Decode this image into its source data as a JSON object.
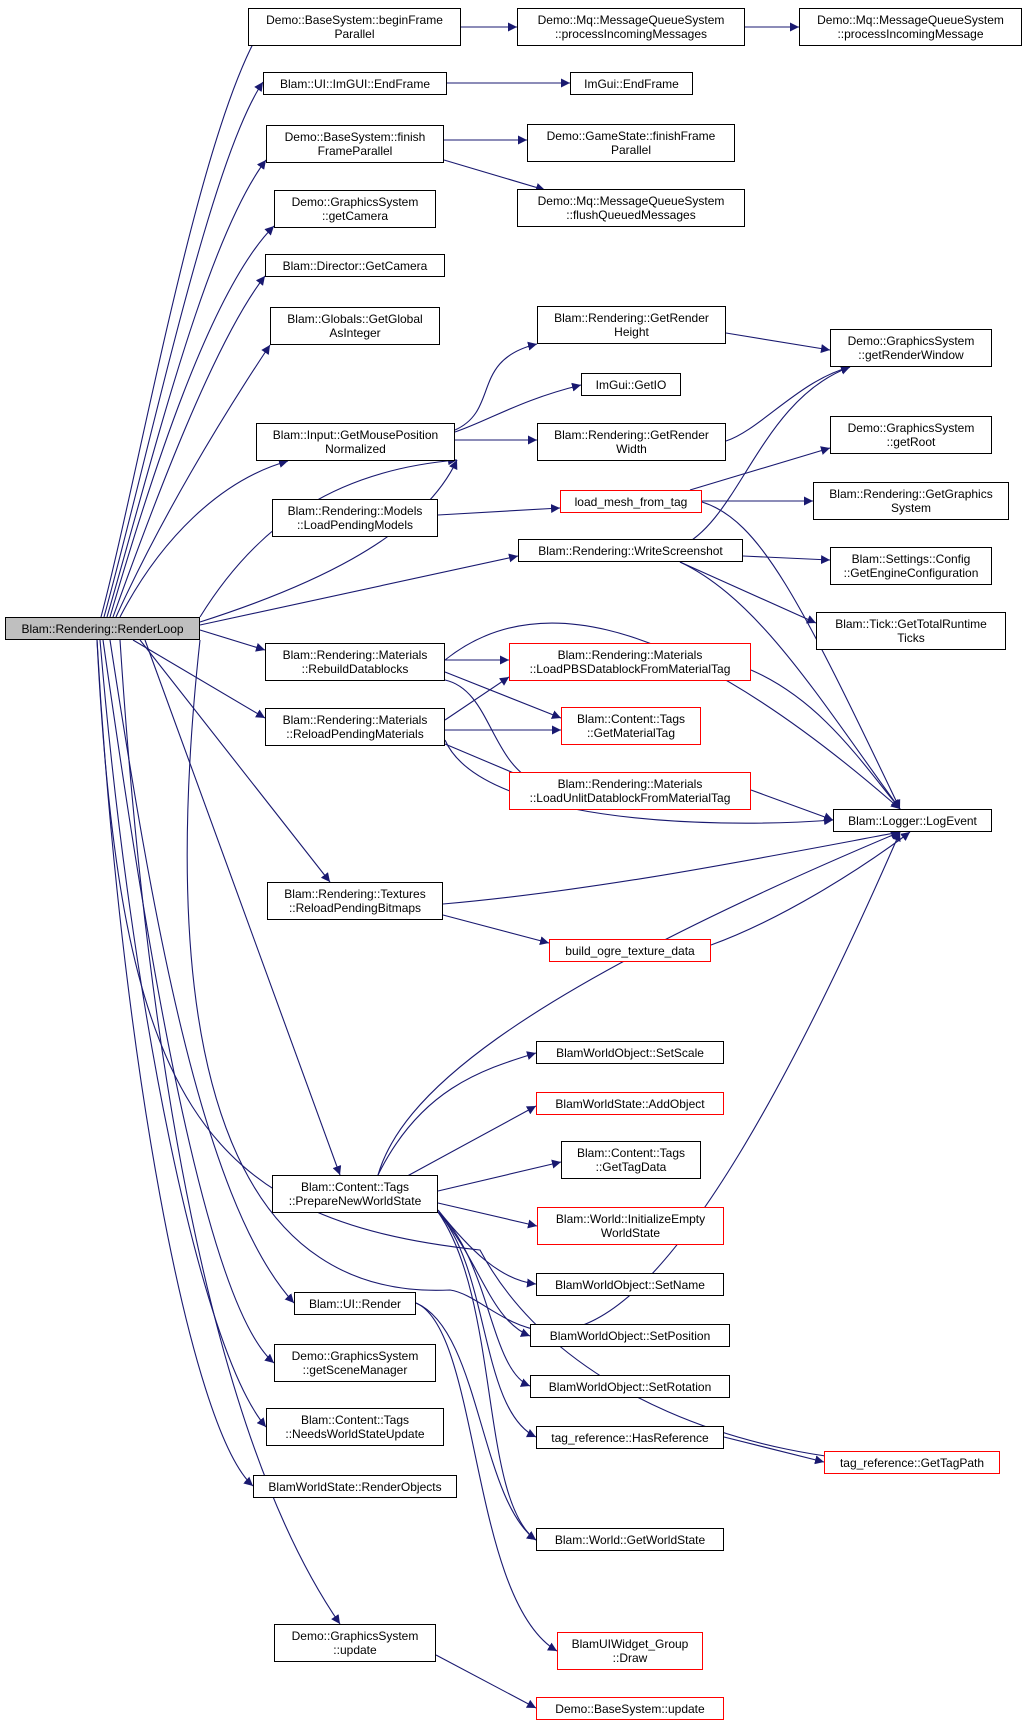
{
  "colors": {
    "edge": "#191970",
    "border_default": "#000000",
    "border_red": "#ff0000",
    "current_fill": "#bfbfbf"
  },
  "nodes": {
    "renderloop": "Blam::Rendering::RenderLoop",
    "beginframe": "Demo::BaseSystem::beginFrame\nParallel",
    "processincomingmessages": "Demo::Mq::MessageQueueSystem\n::processIncomingMessages",
    "processincomingmessage": "Demo::Mq::MessageQueueSystem\n::processIncomingMessage",
    "imgui_endframe_blam": "Blam::UI::ImGUI::EndFrame",
    "imgui_endframe": "ImGui::EndFrame",
    "finishframe": "Demo::BaseSystem::finish\nFrameParallel",
    "gamestate_finishframe": "Demo::GameState::finishFrame\nParallel",
    "flushqueued": "Demo::Mq::MessageQueueSystem\n::flushQueuedMessages",
    "gs_getcamera": "Demo::GraphicsSystem\n::getCamera",
    "director_getcamera": "Blam::Director::GetCamera",
    "getglobalasinteger": "Blam::Globals::GetGlobal\nAsInteger",
    "getrenderheight": "Blam::Rendering::GetRender\nHeight",
    "getrenderwindow": "Demo::GraphicsSystem\n::getRenderWindow",
    "imgui_getio": "ImGui::GetIO",
    "getmouseposition": "Blam::Input::GetMousePosition\nNormalized",
    "getrenderwidth": "Blam::Rendering::GetRender\nWidth",
    "getroot": "Demo::GraphicsSystem\n::getRoot",
    "loadpendingmodels": "Blam::Rendering::Models\n::LoadPendingModels",
    "load_mesh_from_tag": "load_mesh_from_tag",
    "getgraphicssystem": "Blam::Rendering::GetGraphics\nSystem",
    "writescreenshot": "Blam::Rendering::WriteScreenshot",
    "getengineconfiguration": "Blam::Settings::Config\n::GetEngineConfiguration",
    "gettotalruntimeticks": "Blam::Tick::GetTotalRuntime\nTicks",
    "rebuilddatablocks": "Blam::Rendering::Materials\n::RebuildDatablocks",
    "loadpbs": "Blam::Rendering::Materials\n::LoadPBSDatablockFromMaterialTag",
    "reloadpendingmaterials": "Blam::Rendering::Materials\n::ReloadPendingMaterials",
    "getmaterialtag": "Blam::Content::Tags\n::GetMaterialTag",
    "loadunlit": "Blam::Rendering::Materials\n::LoadUnlitDatablockFromMaterialTag",
    "logevent": "Blam::Logger::LogEvent",
    "reloadpendingbitmaps": "Blam::Rendering::Textures\n::ReloadPendingBitmaps",
    "build_ogre_texture_data": "build_ogre_texture_data",
    "setscale": "BlamWorldObject::SetScale",
    "addobject": "BlamWorldState::AddObject",
    "gettagdata": "Blam::Content::Tags\n::GetTagData",
    "preparenewworldstate": "Blam::Content::Tags\n::PrepareNewWorldState",
    "initializeempty": "Blam::World::InitializeEmpty\nWorldState",
    "setname": "BlamWorldObject::SetName",
    "ui_render": "Blam::UI::Render",
    "setposition": "BlamWorldObject::SetPosition",
    "getscenemanager": "Demo::GraphicsSystem\n::getSceneManager",
    "setrotation": "BlamWorldObject::SetRotation",
    "needsworldstateupdate": "Blam::Content::Tags\n::NeedsWorldStateUpdate",
    "hasreference": "tag_reference::HasReference",
    "gettagpath": "tag_reference::GetTagPath",
    "renderobjects": "BlamWorldState::RenderObjects",
    "getworldstate": "Blam::World::GetWorldState",
    "gs_update": "Demo::GraphicsSystem\n::update",
    "widgetgroup_draw": "BlamUIWidget_Group\n::Draw",
    "basesystem_update": "Demo::BaseSystem::update"
  }
}
